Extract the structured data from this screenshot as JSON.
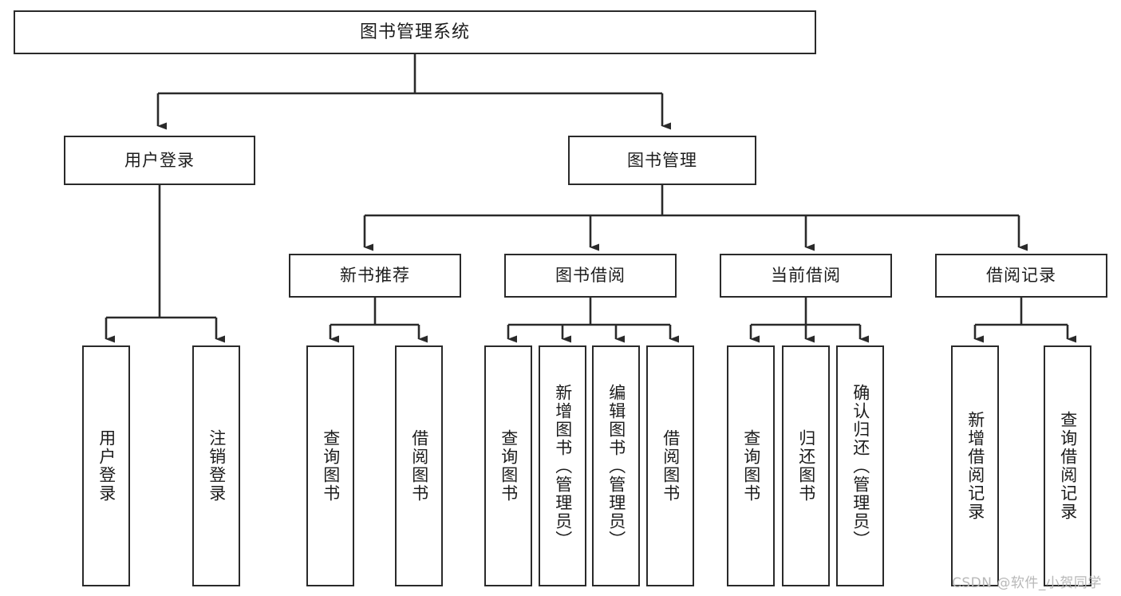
{
  "diagram": {
    "title": "图书管理系统",
    "type": "tree-hierarchy",
    "colors": {
      "stroke": "#2a2a2a",
      "fill": "#ffffff",
      "text": "#1c1c1c",
      "watermark": "#b8b8b8"
    },
    "root": {
      "label": "图书管理系统"
    },
    "level2": [
      {
        "label": "用户登录"
      },
      {
        "label": "图书管理"
      }
    ],
    "level3": [
      {
        "label": "新书推荐"
      },
      {
        "label": "图书借阅"
      },
      {
        "label": "当前借阅"
      },
      {
        "label": "借阅记录"
      }
    ],
    "leaves": {
      "user_login": [
        {
          "label": "用户登录"
        },
        {
          "label": "注销登录"
        }
      ],
      "new_book": [
        {
          "label": "查询图书"
        },
        {
          "label": "借阅图书"
        }
      ],
      "borrow_book": [
        {
          "label": "查询图书"
        },
        {
          "label": "新增图书（管理员）"
        },
        {
          "label": "编辑图书（管理员）"
        },
        {
          "label": "借阅图书"
        }
      ],
      "current_borrow": [
        {
          "label": "查询图书"
        },
        {
          "label": "归还图书"
        },
        {
          "label": "确认归还（管理员）"
        }
      ],
      "borrow_record": [
        {
          "label": "新增借阅记录"
        },
        {
          "label": "查询借阅记录"
        }
      ]
    }
  },
  "watermark": {
    "text": "CSDN @软件_小贺同学"
  }
}
